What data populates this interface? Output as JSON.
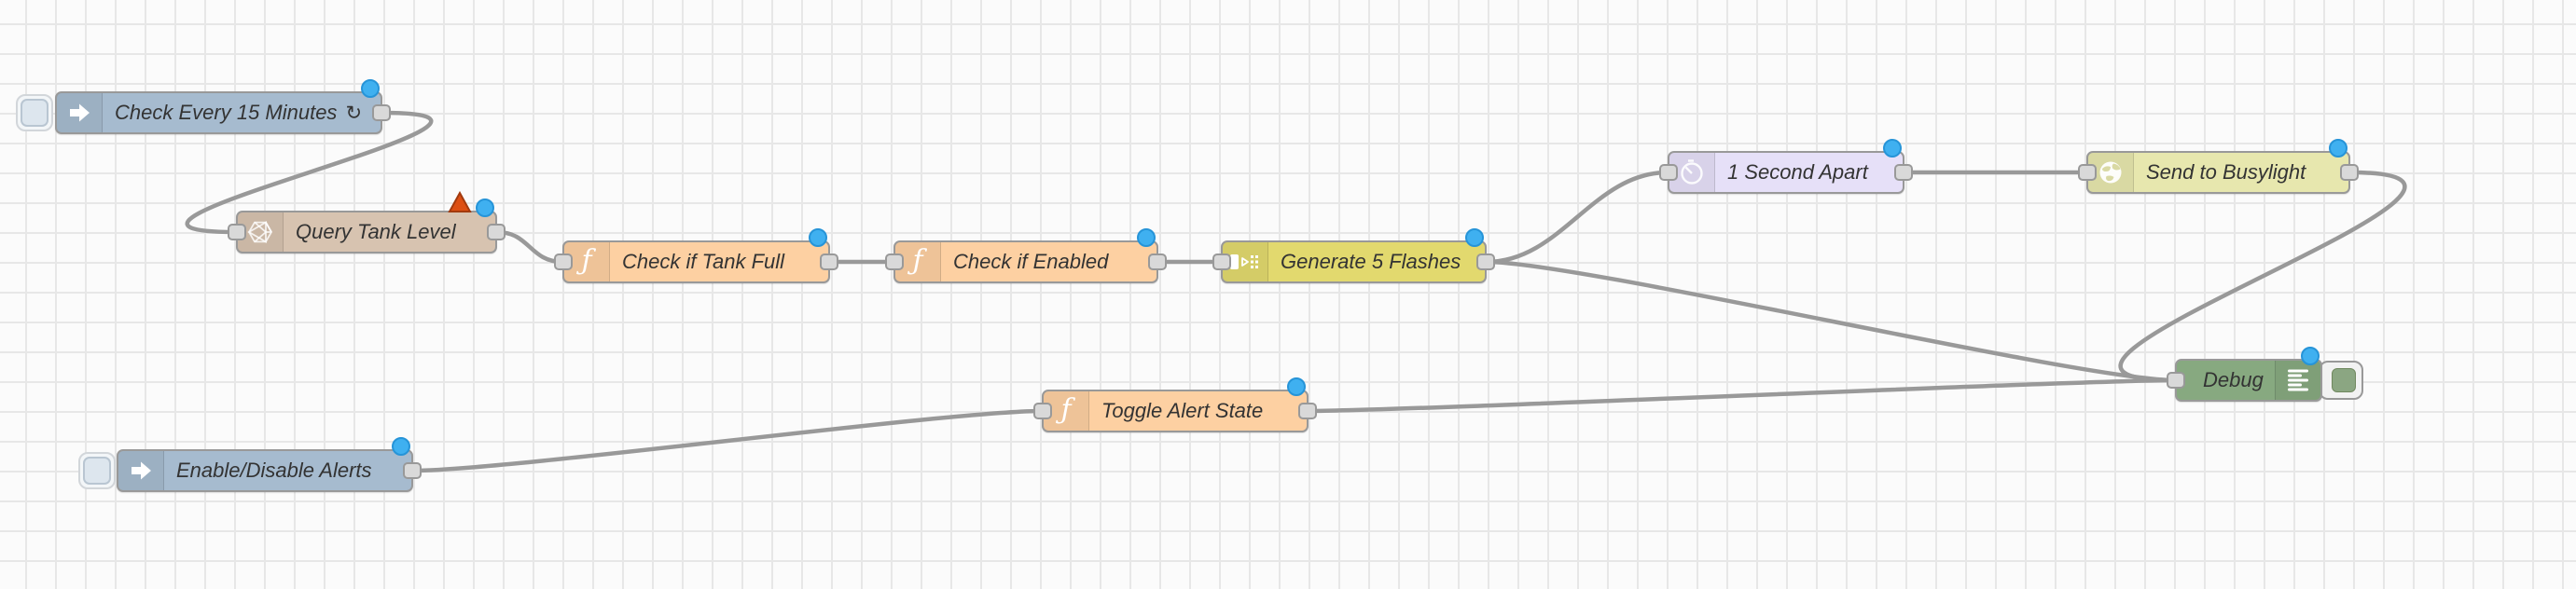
{
  "app": "Node-RED flow editor canvas",
  "colors": {
    "canvas_background": "#fbfbfb",
    "grid_line": "#e7e7e7",
    "wire": "#999999",
    "port": "#d9d9d9",
    "inject": "#a6bbcf",
    "query": "#d7c3b0",
    "function": "#fdd0a2",
    "split": "#e2d96e",
    "delay": "#e6e0f8",
    "http_request": "#e7e7ae",
    "debug": "#87a980",
    "changed_indicator": "#3fb0f0",
    "error_indicator": "#dd4f13",
    "debug_toggle_active": "#8ba682"
  },
  "nodes": [
    {
      "id": "check-every-15-minutes",
      "type": "inject",
      "label": "Check Every 15 Minutes",
      "repeat_glyph": "↻",
      "icon": "inject-arrow-icon",
      "changed": true
    },
    {
      "id": "query-tank-level",
      "type": "query",
      "label": "Query Tank Level",
      "icon": "globe-wireframe-icon",
      "changed": true,
      "error": true
    },
    {
      "id": "check-if-tank-full",
      "type": "function",
      "label": "Check if Tank Full",
      "icon": "function-icon",
      "changed": true
    },
    {
      "id": "check-if-enabled",
      "type": "function",
      "label": "Check if Enabled",
      "icon": "function-icon",
      "changed": true
    },
    {
      "id": "generate-5-flashes",
      "type": "split",
      "label": "Generate 5 Flashes",
      "icon": "split-icon",
      "changed": true
    },
    {
      "id": "one-second-apart",
      "type": "delay",
      "label": "1 Second Apart",
      "icon": "timer-icon",
      "changed": true
    },
    {
      "id": "send-to-busylight",
      "type": "http-request",
      "label": "Send to Busylight",
      "icon": "globe-icon",
      "changed": true
    },
    {
      "id": "debug",
      "type": "debug",
      "label": "Debug",
      "icon": "debug-list-icon",
      "changed": true,
      "enabled": true
    },
    {
      "id": "toggle-alert-state",
      "type": "function",
      "label": "Toggle Alert State",
      "icon": "function-icon",
      "changed": true
    },
    {
      "id": "enable-disable-alerts",
      "type": "inject",
      "label": "Enable/Disable Alerts",
      "icon": "inject-arrow-icon",
      "changed": true
    }
  ],
  "wires": [
    {
      "from": "check-every-15-minutes",
      "to": "query-tank-level"
    },
    {
      "from": "query-tank-level",
      "to": "check-if-tank-full"
    },
    {
      "from": "check-if-tank-full",
      "to": "check-if-enabled"
    },
    {
      "from": "check-if-enabled",
      "to": "generate-5-flashes"
    },
    {
      "from": "generate-5-flashes",
      "to": "one-second-apart"
    },
    {
      "from": "generate-5-flashes",
      "to": "debug"
    },
    {
      "from": "one-second-apart",
      "to": "send-to-busylight"
    },
    {
      "from": "send-to-busylight",
      "to": "debug"
    },
    {
      "from": "toggle-alert-state",
      "to": "debug"
    },
    {
      "from": "enable-disable-alerts",
      "to": "toggle-alert-state"
    }
  ]
}
